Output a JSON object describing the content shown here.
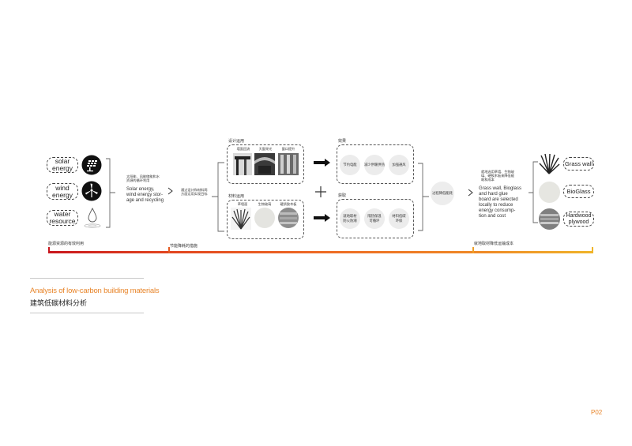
{
  "resources": {
    "solar": "solar\nenergy",
    "wind": "wind\nenergy",
    "water": "water\nresource"
  },
  "resource_note_cn": "太阳能、风能储能和水\n资源的循环利用",
  "resource_note_en": "Solar energy,\nwind energy stor-\nage and recycling",
  "design_note_cn": "通过设计和材料两\n方面运用实现目标",
  "design_group": {
    "title": "设计运用",
    "items": [
      "墙面回流",
      "天窗采光",
      "窗口提升"
    ]
  },
  "material_group": {
    "title": "材料运用",
    "items": [
      "草墙面",
      "生物玻璃",
      "硬质胶木板"
    ]
  },
  "effect_group": {
    "title": "效果",
    "items": [
      "节约电能",
      "减少供暖供热",
      "加强通风"
    ]
  },
  "benefit_group": {
    "title": "获取",
    "items": [
      "就地取材\n防火防潮",
      "隔热保温\n可循环",
      "材料低碳\n环保"
    ]
  },
  "process_label": "过程降低能耗",
  "local_note_cn": "就地选用草墙、生物玻\n璃、硬胶木板来降低能\n耗和成本",
  "local_note_en": "Grass wall, Bioglass\nand hard glue\nboard are selected\nlocally to reduce\nenergy consump-\ntion and cost",
  "materials": [
    "Grass wall",
    "BioGlass",
    "Hardwood\nplywood"
  ],
  "stages": [
    "能源资源的有效利用",
    "节能降耗的措施",
    "就地取材降低运输成本"
  ],
  "title_en": "Analysis of low-carbon building materials",
  "title_cn": "建筑低碳材料分析",
  "page_number": "P02",
  "colors": {
    "accent": "#e8852a",
    "bar_start": "#c8161d",
    "bar_mid": "#ee6a24",
    "bar_end": "#f0b429"
  }
}
